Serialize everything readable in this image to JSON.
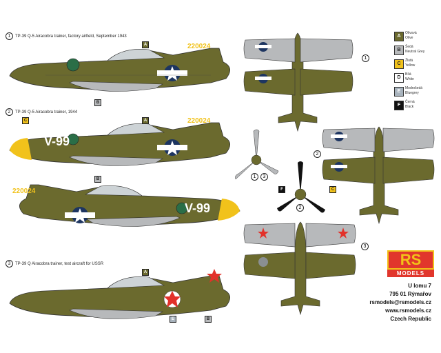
{
  "captions": {
    "a1": {
      "num": "1",
      "text": "TP-39 Q-5 Airacobra trainer, factory airfield, September 1943"
    },
    "a2": {
      "num": "2",
      "text": "TP-39 Q-5 Airacobra trainer, 1944"
    },
    "a3": {
      "num": "3",
      "text": "TP-39 Q Airacobra trainer, test aircraft for USSR"
    }
  },
  "markings": {
    "serial": "220024",
    "code": "V-99"
  },
  "view_numbers": {
    "v1": "1",
    "v2": "2",
    "v3": "3",
    "prop13a": "1",
    "prop13b": "3",
    "prop2": "2"
  },
  "legend": [
    {
      "letter": "A",
      "l1": "Olivová",
      "l2": "Olive",
      "color": "#6b6a2e",
      "text_color": "#ffffff"
    },
    {
      "letter": "B",
      "l1": "Šedá",
      "l2": "Neutral Grey",
      "color": "#b7b9bb",
      "text_color": "#222222"
    },
    {
      "letter": "C",
      "l1": "Žlutá",
      "l2": "Yellow",
      "color": "#f1c21b",
      "text_color": "#222222"
    },
    {
      "letter": "D",
      "l1": "Bílá",
      "l2": "White",
      "color": "#ffffff",
      "text_color": "#222222"
    },
    {
      "letter": "E",
      "l1": "Modrošedá",
      "l2": "Bluegrey",
      "color": "#a8b3bd",
      "text_color": "#ffffff"
    },
    {
      "letter": "F",
      "l1": "Černá",
      "l2": "Black",
      "color": "#111111",
      "text_color": "#ffffff"
    }
  ],
  "logo": {
    "rs": "RS",
    "models": "MODELS"
  },
  "address": [
    "U lomu 7",
    "795 01 Rýmařov",
    "rsmodels@rsmodels.cz",
    "www.rsmodels.cz",
    "Czech Republic"
  ],
  "colors": {
    "olive": "#6b6a2e",
    "grey": "#b7b9bb",
    "yellow": "#f1c21b",
    "star_red": "#e2312a",
    "usaf_blue": "#1d3561",
    "logo_red": "#e1362c"
  }
}
